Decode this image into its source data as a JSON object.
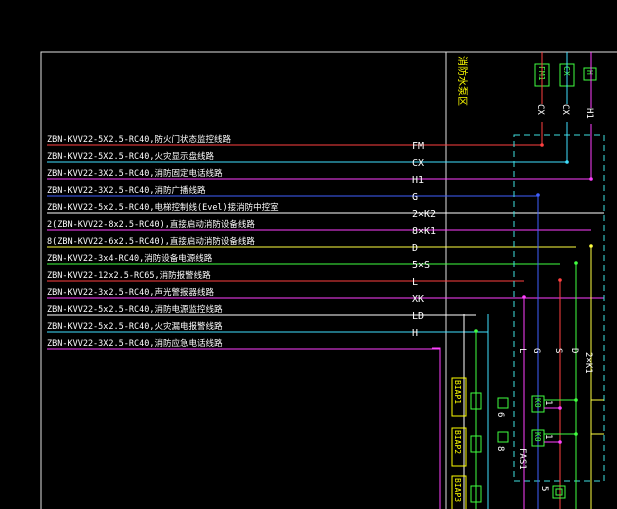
{
  "region_label": "消防水泵区",
  "circuits": [
    {
      "label": "ZBN-KVV22-5X2.5-RC40,防火门状态监控线路",
      "code": "FM",
      "color": "#ff4040"
    },
    {
      "label": "ZBN-KVV22-5X2.5-RC40,火灾显示盘线路",
      "code": "CX",
      "color": "#40e0ff"
    },
    {
      "label": "ZBN-KVV22-3X2.5-RC40,消防固定电话线路",
      "code": "H1",
      "color": "#ff40ff"
    },
    {
      "label": "ZBN-KVV22-3X2.5-RC40,消防广播线路",
      "code": "G",
      "color": "#4060ff"
    },
    {
      "label": "ZBN-KVV22-5x2.5-RC40,电梯控制线(Evel)接消防中控室",
      "code": "2×K2",
      "color": "#ffffff"
    },
    {
      "label": "2(ZBN-KVV22-8x2.5-RC40),直接启动消防设备线路",
      "code": "8×K1",
      "color": "#ff40ff"
    },
    {
      "label": "8(ZBN-KVV22-6x2.5-RC40),直接启动消防设备线路",
      "code": "D",
      "color": "#ffff40"
    },
    {
      "label": "ZBN-KVV22-3x4-RC40,消防设备电源线路",
      "code": "5×S",
      "color": "#40ff40"
    },
    {
      "label": "ZBN-KVV22-12x2.5-RC65,消防报警线路",
      "code": "L",
      "color": "#ff4040"
    },
    {
      "label": "ZBN-KVV22-3x2.5-RC40,声光警报器线路",
      "code": "XK",
      "color": "#ff40ff"
    },
    {
      "label": "ZBN-KVV22-5x2.5-RC40,消防电源监控线路",
      "code": "LD",
      "color": "#ffffff"
    },
    {
      "label": "ZBN-KVV22-5x2.5-RC40,火灾漏电报警线路",
      "code": "H",
      "color": "#40e0ff"
    },
    {
      "label": "ZBN-KVV22-3X2.5-RC40,消防应急电话线路",
      "code": "",
      "color": "#ff40ff"
    }
  ],
  "top_codes": [
    "CX",
    "CX",
    "H1"
  ],
  "top_box_labels": [
    "FM1",
    "CX",
    "H"
  ],
  "bus_labels": [
    "L",
    "G",
    "S",
    "D",
    "2×K1"
  ],
  "panel_label": "FAS1",
  "panels": [
    "BIAP1",
    "BIAP2",
    "BIAP3"
  ],
  "misc": {
    "n6": "6",
    "n8": "8",
    "n5": "5",
    "n1": "1",
    "n1b": "1"
  },
  "colors": {
    "frame": "#e0e0e0",
    "dashed": "#40e0e0",
    "yellow": "#ffff00",
    "green": "#40ff40"
  }
}
